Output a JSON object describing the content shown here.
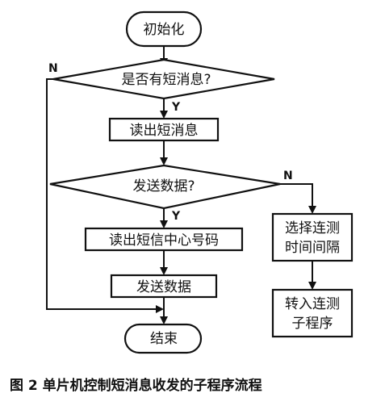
{
  "flowchart": {
    "nodes": {
      "init": "初始化",
      "has_message": "是否有短消息?",
      "read_message": "读出短消息",
      "send_data_decision": "发送数据?",
      "read_center_number": "读出短信中心号码",
      "send_data": "发送数据",
      "end": "结束",
      "select_interval": [
        "选择连测",
        "时间间隔"
      ],
      "goto_subprogram": [
        "转入连测",
        "子程序"
      ]
    },
    "branch_labels": {
      "has_message_no": "N",
      "has_message_yes": "Y",
      "send_data_no": "N",
      "send_data_yes": "Y"
    }
  },
  "caption": "图 2  单片机控制短消息收发的子程序流程"
}
